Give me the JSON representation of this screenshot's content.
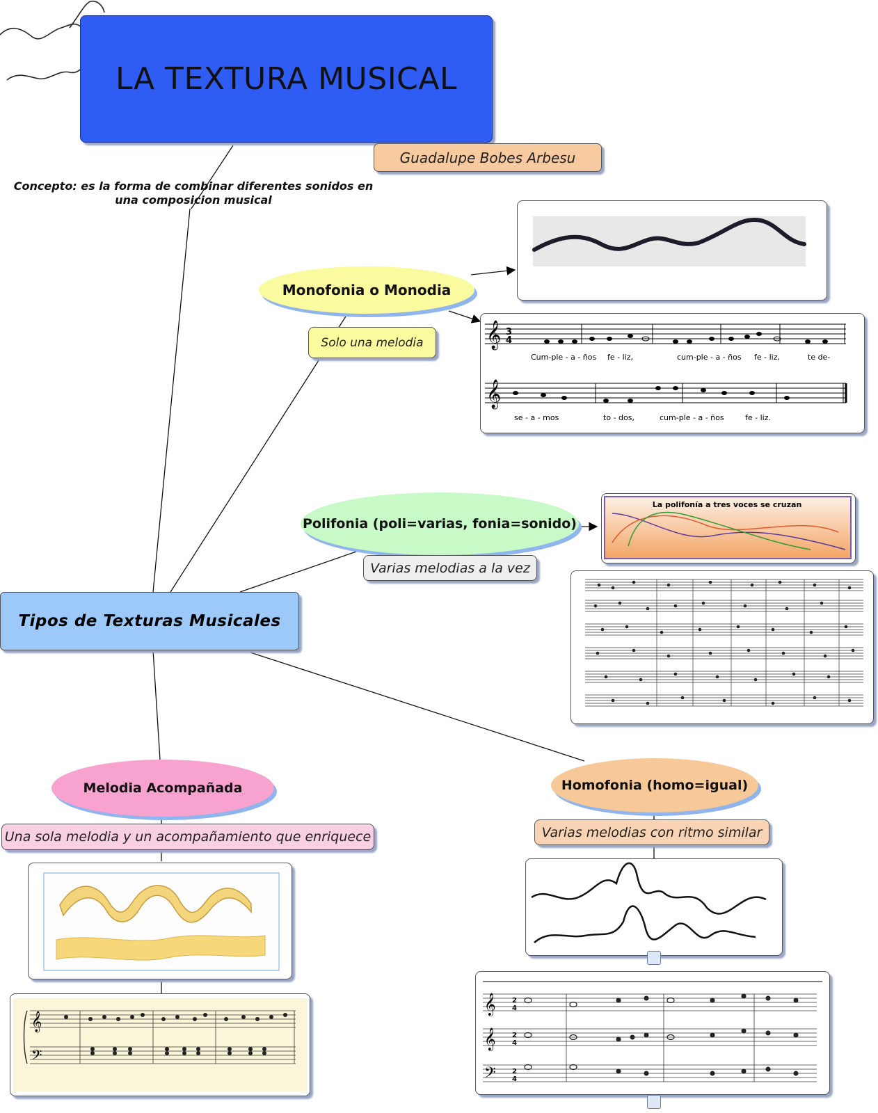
{
  "title": "LA TEXTURA MUSICAL",
  "author": "Guadalupe Bobes Arbesu",
  "concept": "Concepto: es la forma de combinar diferentes sonidos en una composicion musical",
  "central_node": "Tipos de Texturas Musicales",
  "nodes": {
    "monofonia": {
      "label": "Monofonia o Monodia",
      "note": "Solo una melodia"
    },
    "polifonia": {
      "label": "Polifonia (poli=varias, fonia=sonido)",
      "note": "Varias melodias a la vez"
    },
    "melodia": {
      "label": "Melodia Acompañada",
      "note": "Una sola melodia y un acompañamiento que enriquece"
    },
    "homofonia": {
      "label": "Homofonia (homo=igual)",
      "note": "Varias melodias con ritmo similar"
    }
  },
  "images": {
    "mono_score": {
      "lyrics_1": [
        "Cum-ple - a - ños",
        "fe - liz,",
        "cum-ple - a - ños",
        "fe - liz,",
        "te de-"
      ],
      "lyrics_2": [
        "se - a - mos",
        "to - dos,",
        "cum-ple - a - ños",
        "fe - liz."
      ]
    },
    "poli_chart_title": "La polifonía a tres voces se cruzan"
  },
  "colors": {
    "title_bg": "#2f5cf2",
    "author_bg": "#f7caa0",
    "central_bg": "#9cc9f7",
    "monofonia_bg": "#fafa9e",
    "polifonia_bg": "#c8fac8",
    "melodia_bg": "#f7a2cf",
    "homofonia_bg": "#f8c998"
  }
}
